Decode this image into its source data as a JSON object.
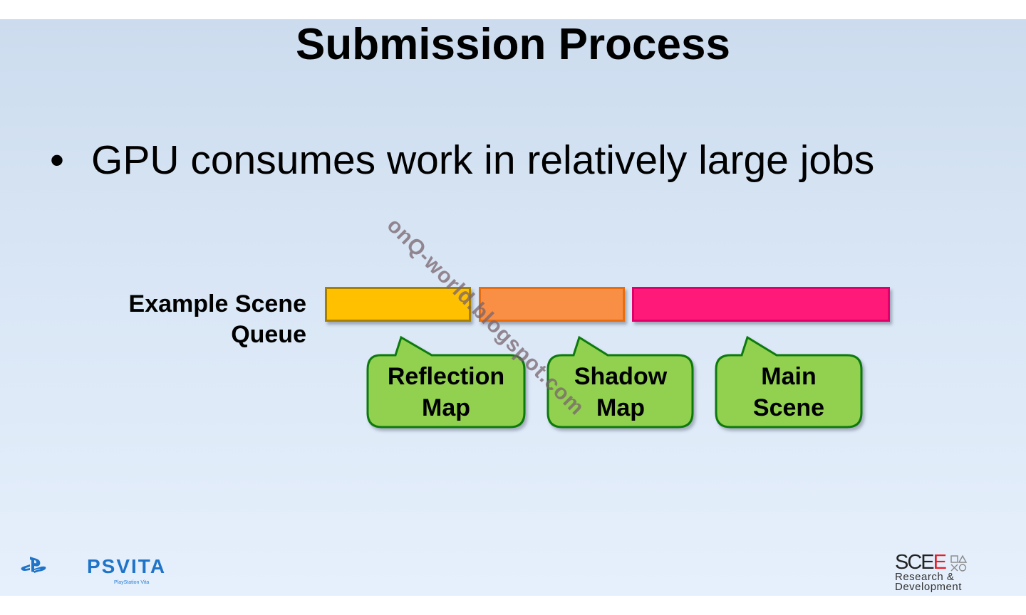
{
  "slide": {
    "title": "Submission Process",
    "bullet": "GPU consumes work in relatively large jobs",
    "bullet_marker": "•",
    "queue_label_line1": "Example Scene",
    "queue_label_line2": "Queue",
    "jobs": [
      {
        "label_line1": "Reflection",
        "label_line2": "Map",
        "color": "#ffc000"
      },
      {
        "label_line1": "Shadow",
        "label_line2": "Map",
        "color": "#f98f44"
      },
      {
        "label_line1": "Main",
        "label_line2": "Scene",
        "color": "#ff1a7a"
      }
    ],
    "callout_color": "#92d050",
    "callout_border": "#0a7a0a",
    "watermark": "onQ-world.blogspot.com"
  },
  "footer": {
    "psvita_logo": "PSVITA",
    "psvita_sub": "PlayStation Vita",
    "scee_prefix": "SCE",
    "scee_accent": "E",
    "scee_line2": "Research &",
    "scee_line3": "Development"
  }
}
